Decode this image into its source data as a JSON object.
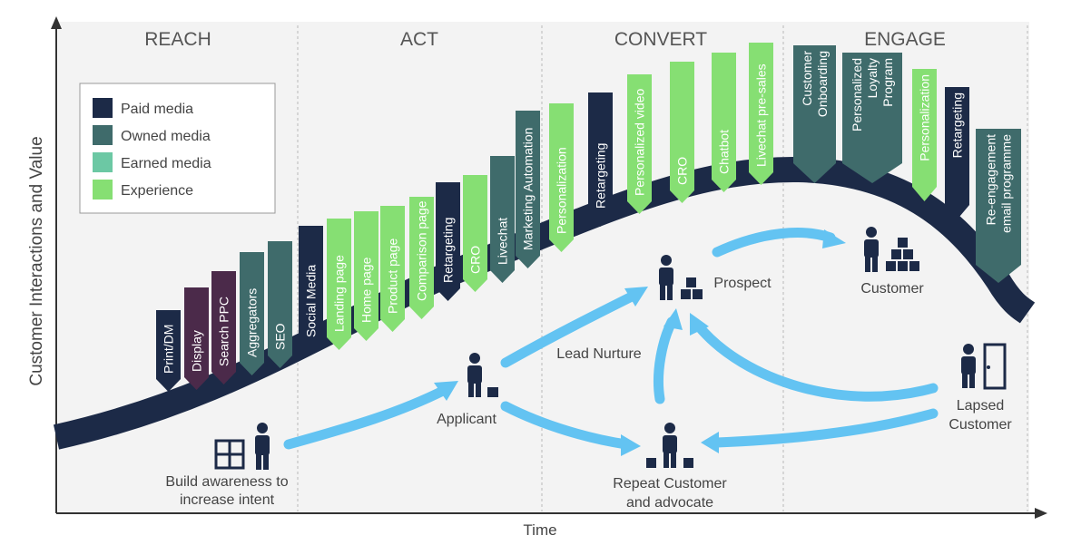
{
  "axes": {
    "y_label": "Customer Interactions and Value",
    "x_label": "Time"
  },
  "phases": [
    "REACH",
    "ACT",
    "CONVERT",
    "ENGAGE"
  ],
  "legend": [
    {
      "label": "Paid media",
      "color": "#1c2a47"
    },
    {
      "label": "Owned media",
      "color": "#3f6b6b"
    },
    {
      "label": "Earned media",
      "color": "#6cc8a4"
    },
    {
      "label": "Experience",
      "color": "#86df73"
    }
  ],
  "colors": {
    "paid": "#1c2a47",
    "owned": "#3f6b6b",
    "earned": "#6cc8a4",
    "experience": "#86df73",
    "search": "#4b2a4a",
    "curve": "#1c2a47",
    "arrow": "#63c3f2",
    "divider": "#b8b8b8",
    "panel": "#f3f3f3"
  },
  "tags": [
    {
      "label": "Print/DM",
      "kind": "paid"
    },
    {
      "label": "Display",
      "kind": "search"
    },
    {
      "label": "Search PPC",
      "kind": "search"
    },
    {
      "label": "Aggregators",
      "kind": "owned"
    },
    {
      "label": "SEO",
      "kind": "owned"
    },
    {
      "label": "Social Media",
      "kind": "paid"
    },
    {
      "label": "Landing page",
      "kind": "experience"
    },
    {
      "label": "Home page",
      "kind": "experience"
    },
    {
      "label": "Product page",
      "kind": "experience"
    },
    {
      "label": "Comparison page",
      "kind": "experience"
    },
    {
      "label": "Retargeting",
      "kind": "paid"
    },
    {
      "label": "CRO",
      "kind": "experience"
    },
    {
      "label": "Livechat",
      "kind": "owned"
    },
    {
      "label": "Marketing Automation",
      "kind": "owned"
    },
    {
      "label": "Personalization",
      "kind": "experience"
    },
    {
      "label": "Retargeting",
      "kind": "paid"
    },
    {
      "label": "Personalized video",
      "kind": "experience"
    },
    {
      "label": "CRO",
      "kind": "experience"
    },
    {
      "label": "Chatbot",
      "kind": "experience"
    },
    {
      "label": "Livechat pre-sales",
      "kind": "experience"
    }
  ],
  "down_tags": [
    {
      "lines": [
        "Customer",
        "Onboarding"
      ],
      "kind": "owned"
    },
    {
      "lines": [
        "Personalized",
        "Loyalty",
        "Program"
      ],
      "kind": "owned"
    },
    {
      "lines": [
        "Personalization"
      ],
      "kind": "experience"
    },
    {
      "lines": [
        "Retargeting"
      ],
      "kind": "paid"
    }
  ],
  "reengage": {
    "lines": [
      "Re-engagement",
      "email programme"
    ],
    "kind": "owned"
  },
  "personas": {
    "awareness": [
      "Build awareness to",
      "increase intent"
    ],
    "applicant": "Applicant",
    "lead_nurture": "Lead Nurture",
    "prospect": "Prospect",
    "customer": "Customer",
    "lapsed": [
      "Lapsed",
      "Customer"
    ],
    "repeat": [
      "Repeat Customer",
      "and advocate"
    ]
  }
}
